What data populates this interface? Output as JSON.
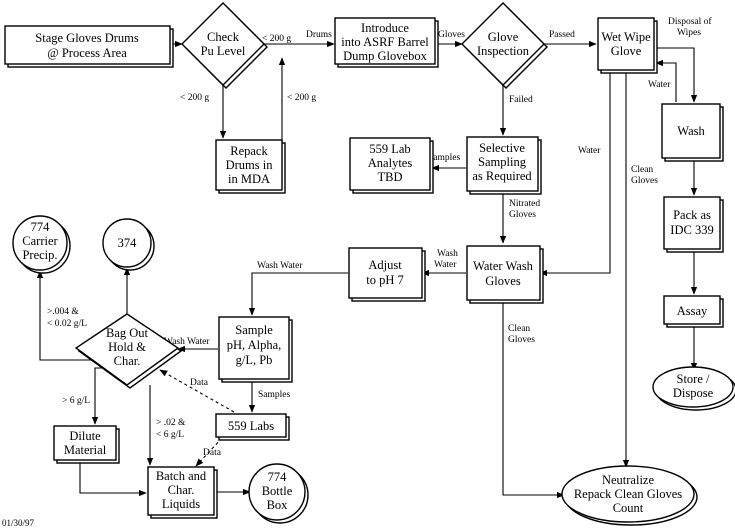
{
  "nodes": {
    "stage": [
      "Stage Gloves Drums",
      "@ Process Area"
    ],
    "check": [
      "Check",
      "Pu Level"
    ],
    "introduce": [
      "Introduce",
      "into ASRF Barrel",
      "Dump Glovebox"
    ],
    "inspection": [
      "Glove",
      "Inspection"
    ],
    "wetwipe": [
      "Wet Wipe",
      "Glove"
    ],
    "repack": [
      "Repack",
      "Drums in",
      "in MDA"
    ],
    "lab559a": [
      "559 Lab",
      "Analytes",
      "TBD"
    ],
    "selective": [
      "Selective",
      "Sampling",
      "as Required"
    ],
    "wash": [
      "Wash"
    ],
    "pack": [
      "Pack as",
      "IDC 339"
    ],
    "assay": [
      "Assay"
    ],
    "store": [
      "Store /",
      "Dispose"
    ],
    "carrier": [
      "774",
      "Carrier",
      "Precip."
    ],
    "n374": [
      "374"
    ],
    "adjust": [
      "Adjust",
      "to pH 7"
    ],
    "waterwash": [
      "Water Wash",
      "Gloves"
    ],
    "bagout": [
      "Bag Out",
      "Hold &",
      "Char."
    ],
    "sample": [
      "Sample",
      "pH, Alpha,",
      "g/L, Pb"
    ],
    "dilute": [
      "Dilute",
      "Material"
    ],
    "labs559": [
      "559 Labs"
    ],
    "batch": [
      "Batch and",
      "Char.",
      "Liquids"
    ],
    "bottle": [
      "774",
      "Bottle",
      "Box"
    ],
    "neutralize": [
      "Neutralize",
      "Repack Clean Gloves",
      "Count"
    ]
  },
  "edge_labels": {
    "lt200_top": "< 200 g",
    "drums": "Drums",
    "gloves": "Gloves",
    "passed": "Passed",
    "disposal": [
      "Disposal of",
      "Wipes"
    ],
    "water_back": "Water",
    "lt200_left": "< 200 g",
    "lt200_right": "< 200 g",
    "failed": "Failed",
    "samples_a": "Samples",
    "water_mid": "Water",
    "clean_gloves_a": [
      "Clean",
      "Gloves"
    ],
    "nitrated": [
      "Nitrated",
      "Gloves"
    ],
    "wash_water_a": [
      "Wash",
      "Water"
    ],
    "wash_water_b": "Wash Water",
    "wash_water_c": "Wash Water",
    "carrier_cond": [
      ">.004 &",
      "< 0.02 g/L"
    ],
    "clean_gloves_b": [
      "Clean",
      "Gloves"
    ],
    "data_a": "Data",
    "samples_b": "Samples",
    "gt6": "> 6 g/L",
    "range": [
      "> .02 &",
      "< 6 g/L"
    ],
    "data_b": "Data"
  },
  "date": "01/30/97"
}
